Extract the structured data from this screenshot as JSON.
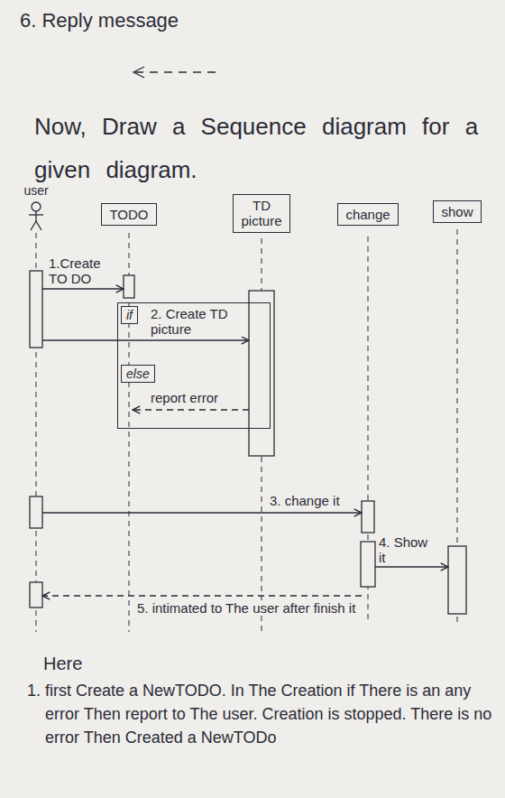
{
  "diagram": {
    "title": "6. Reply message",
    "nodes": [
      {
        "text": [
          "user"
        ]
      },
      {
        "text": [
          "TODO"
        ]
      },
      {
        "text": [
          "TD picture"
        ]
      },
      {
        "text": [
          "change"
        ]
      },
      {
        "text": [
          "show"
        ]
      },
      {
        "text": [
          "if",
          "else"
        ]
      }
    ],
    "edges": [
      {
        "from": 0,
        "to": 1,
        "arrow": "to",
        "label": "1.Create TO DO"
      },
      {
        "from": 0,
        "to": 2,
        "arrow": "to",
        "label": "2. Create TD picture"
      },
      {
        "from": 2,
        "to": 1,
        "arrow": "to",
        "label": "report error"
      },
      {
        "from": 0,
        "to": 3,
        "arrow": "to",
        "label": "3. change it"
      },
      {
        "from": 3,
        "to": 4,
        "arrow": "to",
        "label": "4. Show it"
      },
      {
        "from": 3,
        "to": 0,
        "arrow": "to",
        "label": "5. intimated to The user after finish it"
      }
    ],
    "labels": [
      "Now, Draw a Sequence diagram for a given diagram.",
      "Here",
      "1. first Create a NewTODO. In The Creation if There is an any error Then report to The user. Creation is stopped. There is no error Then Created a NewTODo"
    ]
  }
}
